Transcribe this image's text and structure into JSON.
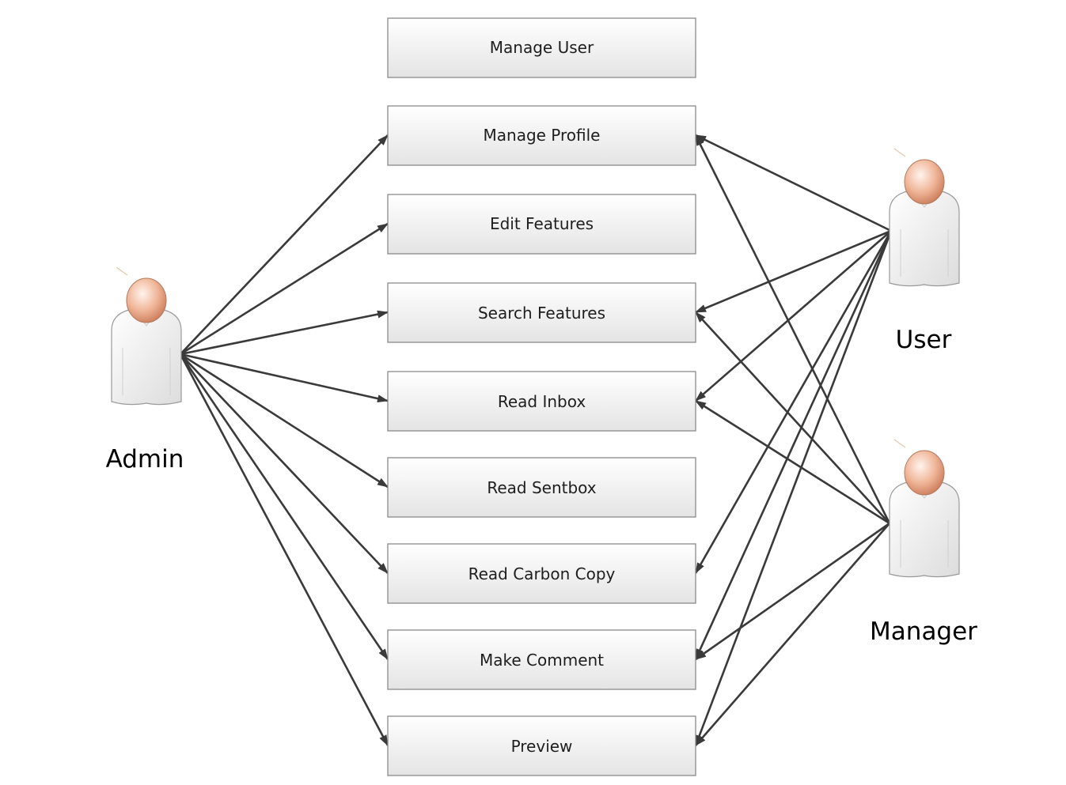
{
  "actors": {
    "admin": {
      "label": "Admin"
    },
    "user": {
      "label": "User"
    },
    "manager": {
      "label": "Manager"
    }
  },
  "use_cases": [
    {
      "id": "manage-user",
      "label": "Manage User"
    },
    {
      "id": "manage-profile",
      "label": "Manage Profile"
    },
    {
      "id": "edit-features",
      "label": "Edit Features"
    },
    {
      "id": "search-features",
      "label": "Search Features"
    },
    {
      "id": "read-inbox",
      "label": "Read Inbox"
    },
    {
      "id": "read-sentbox",
      "label": "Read Sentbox"
    },
    {
      "id": "read-carbon-copy",
      "label": "Read Carbon Copy"
    },
    {
      "id": "make-comment",
      "label": "Make Comment"
    },
    {
      "id": "preview",
      "label": "Preview"
    }
  ],
  "associations": [
    {
      "from": "admin",
      "to": "manage-profile"
    },
    {
      "from": "admin",
      "to": "edit-features"
    },
    {
      "from": "admin",
      "to": "search-features"
    },
    {
      "from": "admin",
      "to": "read-inbox"
    },
    {
      "from": "admin",
      "to": "read-sentbox"
    },
    {
      "from": "admin",
      "to": "read-carbon-copy"
    },
    {
      "from": "admin",
      "to": "make-comment"
    },
    {
      "from": "admin",
      "to": "preview"
    },
    {
      "from": "user",
      "to": "manage-profile"
    },
    {
      "from": "user",
      "to": "search-features"
    },
    {
      "from": "user",
      "to": "read-inbox"
    },
    {
      "from": "user",
      "to": "read-carbon-copy"
    },
    {
      "from": "user",
      "to": "make-comment"
    },
    {
      "from": "user",
      "to": "preview"
    },
    {
      "from": "manager",
      "to": "manage-profile"
    },
    {
      "from": "manager",
      "to": "search-features"
    },
    {
      "from": "manager",
      "to": "read-inbox"
    },
    {
      "from": "manager",
      "to": "make-comment"
    },
    {
      "from": "manager",
      "to": "preview"
    }
  ],
  "colors": {
    "edge": "#3a3a3a",
    "box_fill_top": "#ffffff",
    "box_fill_bottom": "#e4e4e4",
    "box_border": "#8a8a8a",
    "actor_head": "#e8a78a",
    "actor_body": "#f2f2f2"
  }
}
